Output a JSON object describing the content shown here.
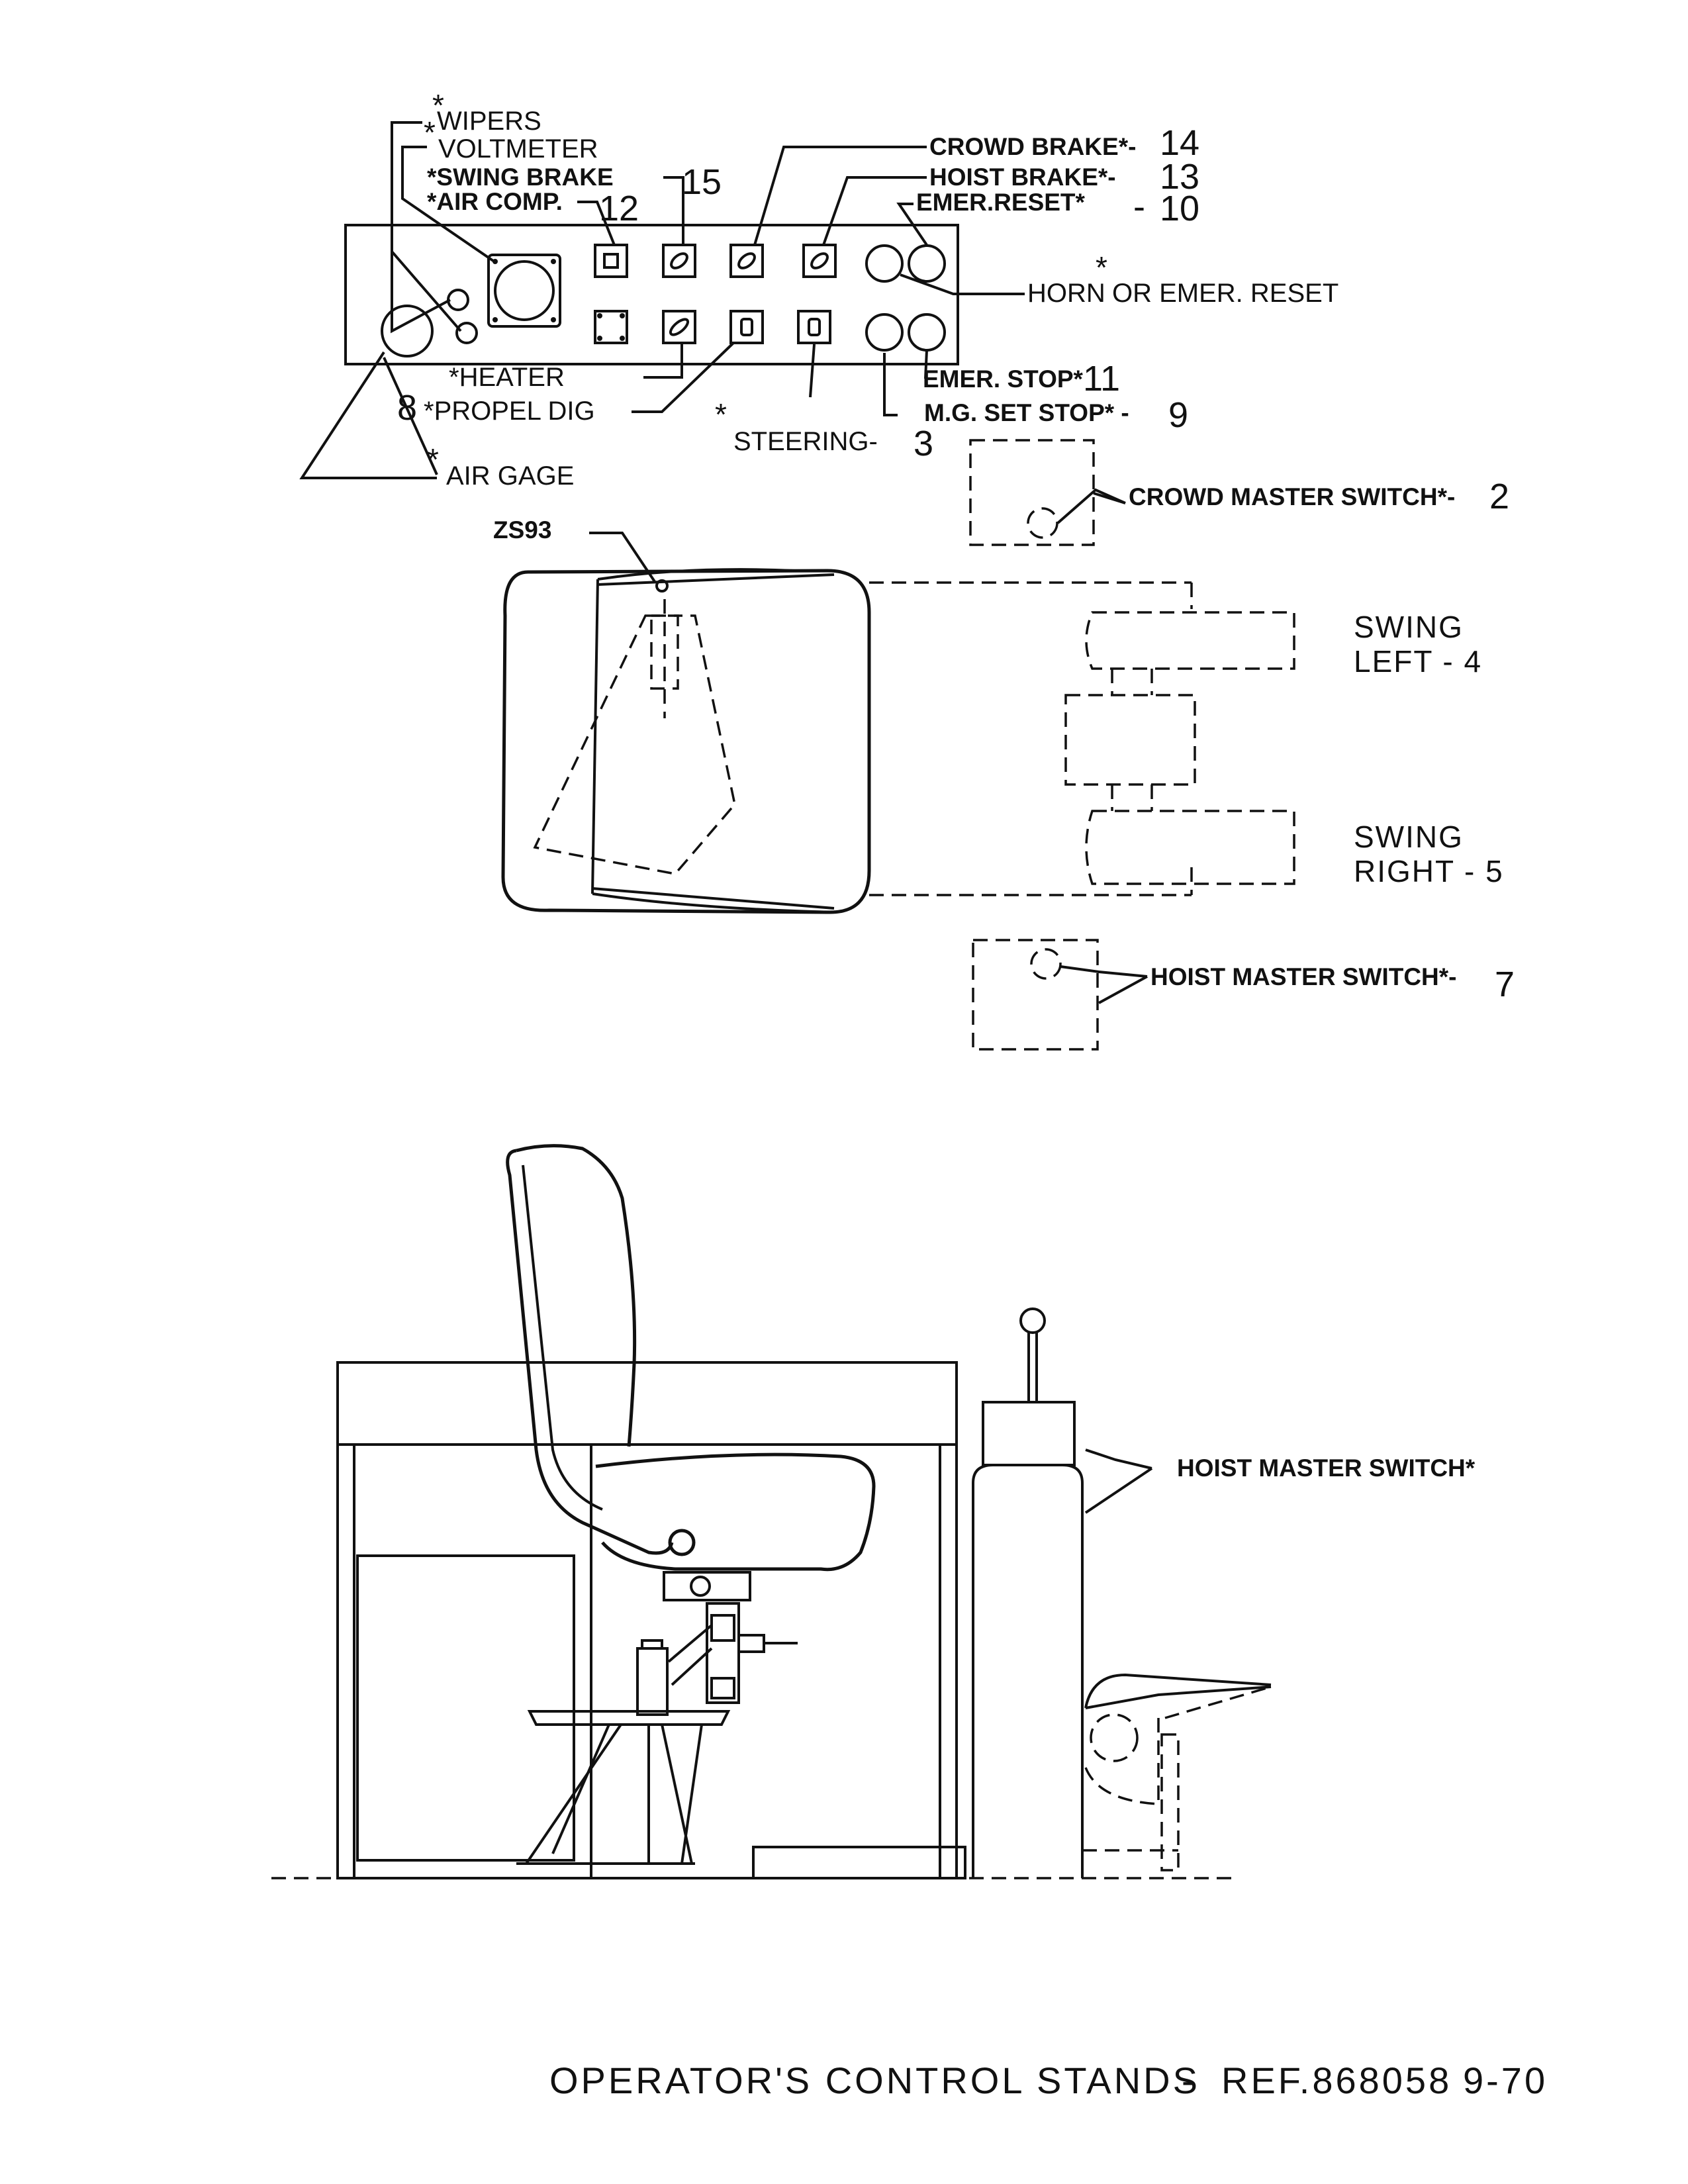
{
  "panel": {
    "labels": {
      "wipers": "WIPERS",
      "voltmeter": "VOLTMETER",
      "swing_brake": "*SWING BRAKE",
      "air_comp": "*AIR COMP.",
      "crowd_brake": "CROWD BRAKE*-",
      "hoist_brake": "HOIST BRAKE*-",
      "emer_reset": "EMER.RESET*",
      "horn": "HORN",
      "horn_rest": "OR EMER. RESET",
      "heater": "*HEATER",
      "propel_dig": "*PROPEL DIG",
      "emer_stop": "EMER. STOP*",
      "mg_set_stop": "M.G. SET STOP* -",
      "steering": "STEERING-",
      "air_gage": "AIR GAGE",
      "asterisk": "*"
    },
    "numbers": {
      "swing_brake": "15",
      "air_comp": "12",
      "crowd_brake": "14",
      "hoist_brake": "13",
      "emer_reset_dash": "-",
      "emer_reset": "10",
      "propel_dig": "8",
      "emer_stop": "11",
      "mg_set_stop": "9",
      "steering": "3"
    }
  },
  "top_view": {
    "zs93": "ZS93",
    "crowd_master": "CROWD MASTER SWITCH*-",
    "crowd_master_num": "2",
    "swing_left_1": "SWING",
    "swing_left_2": "LEFT - 4",
    "swing_right_1": "SWING",
    "swing_right_2": "RIGHT - 5",
    "hoist_master": "HOIST MASTER SWITCH*-",
    "hoist_master_num": "7"
  },
  "side_view": {
    "hoist_master": "HOIST MASTER SWITCH*"
  },
  "footer": {
    "title": "OPERATOR'S CONTROL STANDS",
    "dash": "-",
    "ref": "REF.868058",
    "date": "9-70"
  }
}
